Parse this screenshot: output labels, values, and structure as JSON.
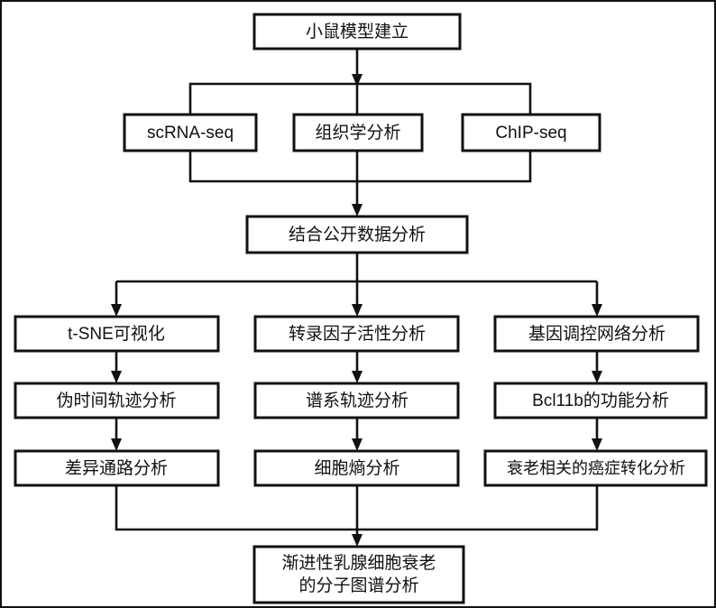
{
  "diagram": {
    "title": "Mouse model multi-omics analysis workflow flowchart",
    "type": "flowchart",
    "orientation": "top-down",
    "style": {
      "box_fill": "#ffffff",
      "box_stroke": "#111111",
      "text_color": "#111111",
      "canvas_background": "#ffffff",
      "frame_stroke": "#111111"
    },
    "nodes": [
      {
        "id": "n1",
        "label": "小鼠模型建立",
        "row": 1,
        "column": "center"
      },
      {
        "id": "n2",
        "label": "scRNA-seq",
        "row": 2,
        "column": "left"
      },
      {
        "id": "n3",
        "label": "组织学分析",
        "row": 2,
        "column": "center"
      },
      {
        "id": "n4",
        "label": "ChIP-seq",
        "row": 2,
        "column": "right"
      },
      {
        "id": "n5",
        "label": "结合公开数据分析",
        "row": 3,
        "column": "center"
      },
      {
        "id": "n6",
        "label": "t-SNE可视化",
        "row": 4,
        "column": "left"
      },
      {
        "id": "n7",
        "label": "转录因子活性分析",
        "row": 4,
        "column": "center"
      },
      {
        "id": "n8",
        "label": "基因调控网络分析",
        "row": 4,
        "column": "right"
      },
      {
        "id": "n9",
        "label": "伪时间轨迹分析",
        "row": 5,
        "column": "left"
      },
      {
        "id": "n10",
        "label": "谱系轨迹分析",
        "row": 5,
        "column": "center"
      },
      {
        "id": "n11",
        "label": "Bcl11b的功能分析",
        "row": 5,
        "column": "right"
      },
      {
        "id": "n12",
        "label": "差异通路分析",
        "row": 6,
        "column": "left"
      },
      {
        "id": "n13",
        "label": "细胞熵分析",
        "row": 6,
        "column": "center"
      },
      {
        "id": "n14",
        "label": "衰老相关的癌症转化分析",
        "row": 6,
        "column": "right"
      },
      {
        "id": "n15",
        "label_line1": "渐进性乳腺细胞衰老",
        "label_line2": "的分子图谱分析",
        "row": 7,
        "column": "center"
      }
    ],
    "edges": [
      {
        "from": "n1",
        "to": "n2",
        "kind": "split-bus"
      },
      {
        "from": "n1",
        "to": "n3",
        "kind": "split-bus"
      },
      {
        "from": "n1",
        "to": "n4",
        "kind": "split-bus"
      },
      {
        "from": "n2",
        "to": "n5",
        "kind": "merge-bus"
      },
      {
        "from": "n3",
        "to": "n5",
        "kind": "merge-bus"
      },
      {
        "from": "n4",
        "to": "n5",
        "kind": "merge-bus"
      },
      {
        "from": "n5",
        "to": "n6",
        "kind": "split-bus"
      },
      {
        "from": "n5",
        "to": "n7",
        "kind": "split-bus"
      },
      {
        "from": "n5",
        "to": "n8",
        "kind": "split-bus"
      },
      {
        "from": "n6",
        "to": "n9",
        "kind": "straight"
      },
      {
        "from": "n7",
        "to": "n10",
        "kind": "straight"
      },
      {
        "from": "n8",
        "to": "n11",
        "kind": "straight"
      },
      {
        "from": "n9",
        "to": "n12",
        "kind": "straight"
      },
      {
        "from": "n10",
        "to": "n13",
        "kind": "straight"
      },
      {
        "from": "n11",
        "to": "n14",
        "kind": "straight"
      },
      {
        "from": "n12",
        "to": "n15",
        "kind": "merge-bus"
      },
      {
        "from": "n13",
        "to": "n15",
        "kind": "merge-bus"
      },
      {
        "from": "n14",
        "to": "n15",
        "kind": "merge-bus"
      }
    ]
  }
}
